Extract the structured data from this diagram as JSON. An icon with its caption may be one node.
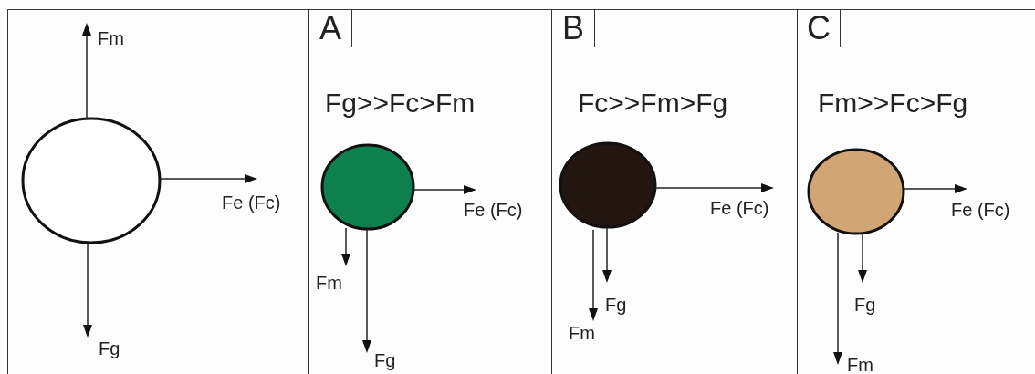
{
  "diagram": {
    "nodes": [
      {
        "text": [],
        "shape": "box"
      },
      {
        "text": [
          "A",
          "Fg>>Fc>Fm"
        ]
      },
      {
        "text": [
          "B",
          "Fc>>Fm>Fg"
        ]
      },
      {
        "text": [
          "C",
          "Fm>>Fc>Fg"
        ]
      }
    ],
    "labels": [
      "Fm",
      "Fe (Fc)",
      "Fg",
      "Fe (Fc)",
      "Fm",
      "Fg",
      "Fe (Fc)",
      "Fg",
      "Fm",
      "Fe (Fc)",
      "Fg",
      "Fm"
    ]
  }
}
